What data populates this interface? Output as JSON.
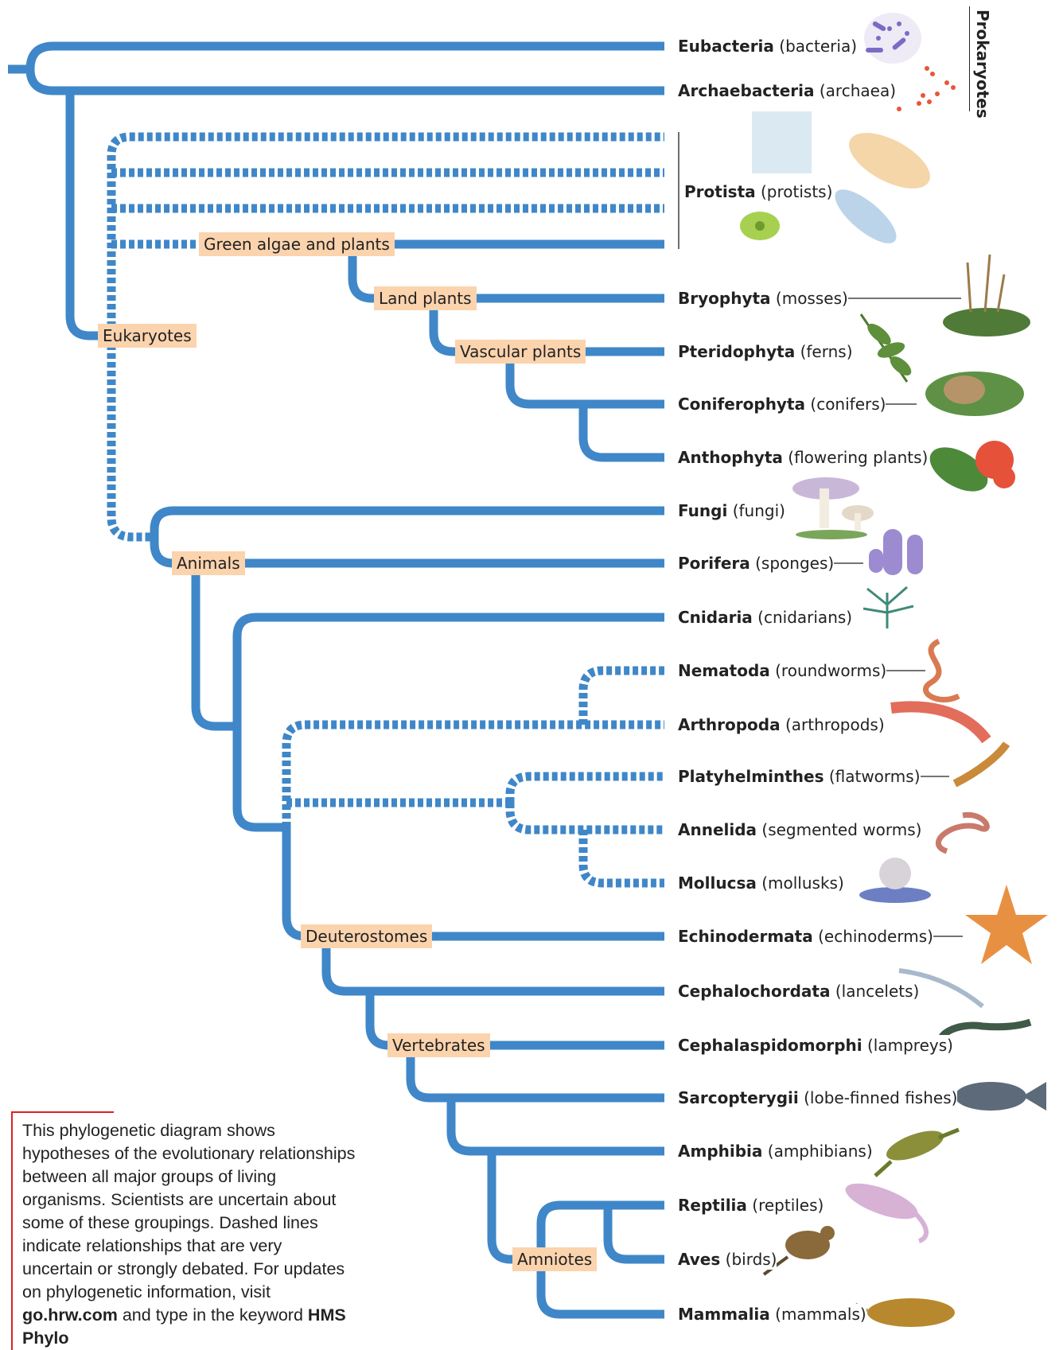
{
  "colors": {
    "branch": "#3f87c8",
    "node_label_bg": "#fbd3ad",
    "caption_rule": "#d22222"
  },
  "prokaryotes_label": "Prokaryotes",
  "node_labels": {
    "eukaryotes": "Eukaryotes",
    "green_algae": "Green algae and plants",
    "land_plants": "Land plants",
    "vascular_plants": "Vascular plants",
    "animals": "Animals",
    "deuterostomes": "Deuterostomes",
    "vertebrates": "Vertebrates",
    "amniotes": "Amniotes"
  },
  "taxa": {
    "eubacteria": {
      "name": "Eubacteria",
      "common": "(bacteria)",
      "icon": "bacteria-illustration"
    },
    "archaebacteria": {
      "name": "Archaebacteria",
      "common": "(archaea)",
      "icon": "archaea-illustration"
    },
    "protista": {
      "name": "Protista",
      "common": "(protists)",
      "icon": "protists-illustration"
    },
    "bryophyta": {
      "name": "Bryophyta",
      "common": "(mosses)",
      "icon": "moss-illustration"
    },
    "pteridophyta": {
      "name": "Pteridophyta",
      "common": "(ferns)",
      "icon": "fern-illustration"
    },
    "coniferophyta": {
      "name": "Coniferophyta",
      "common": "(conifers)",
      "icon": "conifer-illustration"
    },
    "anthophyta": {
      "name": "Anthophyta",
      "common": "(flowering plants)",
      "icon": "flower-illustration"
    },
    "fungi": {
      "name": "Fungi",
      "common": "(fungi)",
      "icon": "mushroom-illustration"
    },
    "porifera": {
      "name": "Porifera",
      "common": "(sponges)",
      "icon": "sponge-illustration"
    },
    "cnidaria": {
      "name": "Cnidaria",
      "common": "(cnidarians)",
      "icon": "cnidarian-illustration"
    },
    "nematoda": {
      "name": "Nematoda",
      "common": "(roundworms)",
      "icon": "roundworm-illustration"
    },
    "arthropoda": {
      "name": "Arthropoda",
      "common": "(arthropods)",
      "icon": "shrimp-illustration"
    },
    "platyhelminthes": {
      "name": "Platyhelminthes",
      "common": "(flatworms)",
      "icon": "flatworm-illustration"
    },
    "annelida": {
      "name": "Annelida",
      "common": "(segmented worms)",
      "icon": "segmented-worm-illustration"
    },
    "mollusca": {
      "name": "Mollucsa",
      "common": "(mollusks)",
      "icon": "snail-illustration"
    },
    "echinodermata": {
      "name": "Echinodermata",
      "common": "(echinoderms)",
      "icon": "starfish-illustration"
    },
    "cephalochordata": {
      "name": "Cephalochordata",
      "common": "(lancelets)",
      "icon": "lancelet-illustration"
    },
    "cephalaspidomorphi": {
      "name": "Cephalaspidomorphi",
      "common": "(lampreys)",
      "icon": "lamprey-illustration"
    },
    "sarcopterygii": {
      "name": "Sarcopterygii",
      "common": "(lobe-finned fishes)",
      "icon": "coelacanth-illustration"
    },
    "amphibia": {
      "name": "Amphibia",
      "common": "(amphibians)",
      "icon": "frog-illustration"
    },
    "reptilia": {
      "name": "Reptilia",
      "common": "(reptiles)",
      "icon": "lizard-illustration"
    },
    "aves": {
      "name": "Aves",
      "common": "(birds)",
      "icon": "bird-illustration"
    },
    "mammalia": {
      "name": "Mammalia",
      "common": "(mammals)",
      "icon": "shrew-illustration"
    }
  },
  "caption": {
    "text": "This phylogenetic diagram shows hypotheses of the evolutionary relationships between all major groups of living organisms. Scientists are uncertain about some of these groupings. Dashed lines indicate relationships that are very uncertain or strongly debated. For updates on phylogenetic information, visit",
    "site": "go.hrw.com",
    "mid": "and type in the keyword",
    "keyword": "HMS Phylo"
  }
}
